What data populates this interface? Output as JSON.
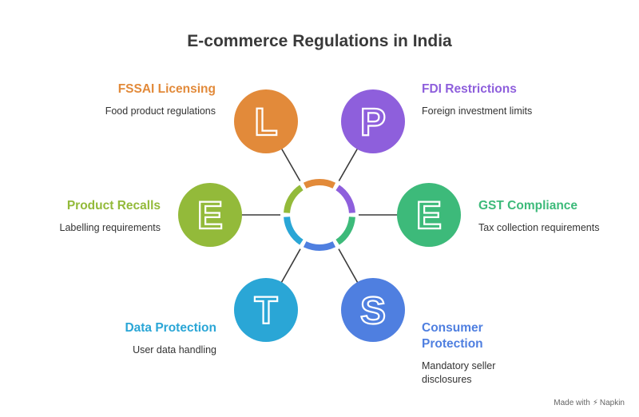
{
  "title": "E-commerce Regulations in India",
  "footer": {
    "made_with": "Made with",
    "brand": "Napkin"
  },
  "center": {
    "segment_colors": [
      "#e28a3a",
      "#8e5fdc",
      "#3dba7a",
      "#4f7fe0",
      "#2aa6d6",
      "#93ba3a"
    ]
  },
  "items": [
    {
      "letter": "L",
      "title": "FSSAI Licensing",
      "desc": "Food product regulations",
      "color": "#e28a3a"
    },
    {
      "letter": "P",
      "title": "FDI Restrictions",
      "desc": "Foreign investment limits",
      "color": "#8e5fdc"
    },
    {
      "letter": "E",
      "title": "GST Compliance",
      "desc": "Tax collection requirements",
      "color": "#3dba7a"
    },
    {
      "letter": "S",
      "title": "Consumer Protection",
      "desc": "Mandatory seller disclosures",
      "color": "#4f7fe0"
    },
    {
      "letter": "T",
      "title": "Data Protection",
      "desc": "User data handling",
      "color": "#2aa6d6"
    },
    {
      "letter": "E",
      "title": "Product Recalls",
      "desc": "Labelling requirements",
      "color": "#93ba3a"
    }
  ]
}
